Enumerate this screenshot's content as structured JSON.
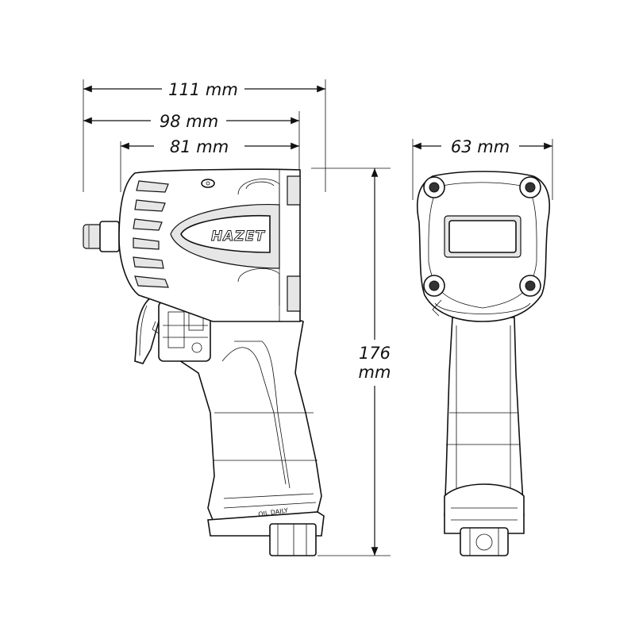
{
  "dimensions": {
    "overall_length": "111 mm",
    "length_mid": "98 mm",
    "length_short": "81 mm",
    "width": "63 mm",
    "height_value": "176",
    "height_unit": "mm"
  },
  "product": {
    "brand_label": "HAZET",
    "stamp_text": "OIL DAILY"
  },
  "colors": {
    "line": "#111111",
    "fill": "#ffffff",
    "shade": "#e6e6e6"
  }
}
